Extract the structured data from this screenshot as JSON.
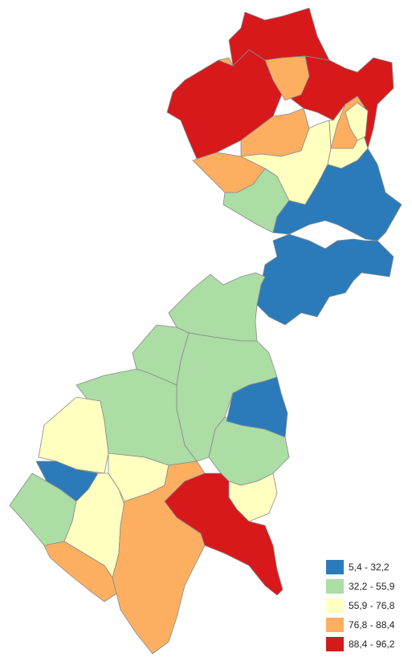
{
  "map": {
    "legend": [
      {
        "label": "5,4 - 32,2",
        "color": "#2b7bba"
      },
      {
        "label": "32,2 - 55,9",
        "color": "#abdda4"
      },
      {
        "label": "55,9 - 76,8",
        "color": "#ffffbf"
      },
      {
        "label": "76,8 - 88,4",
        "color": "#fdae61"
      },
      {
        "label": "88,4 - 96,2",
        "color": "#d7191c"
      }
    ]
  }
}
